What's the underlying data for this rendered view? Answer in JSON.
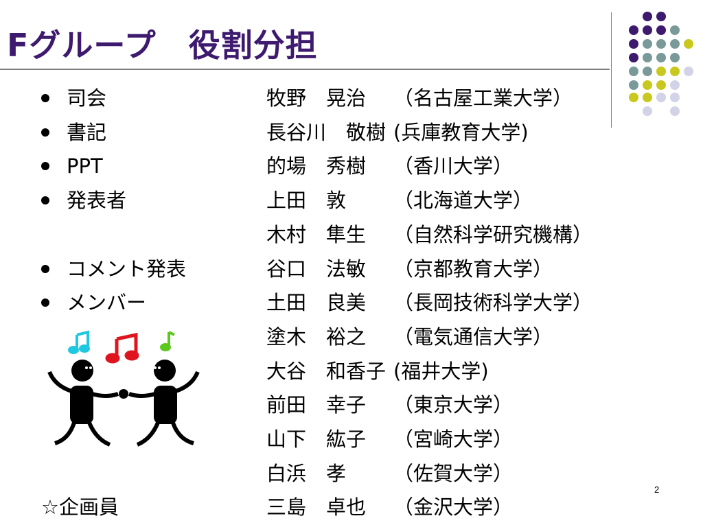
{
  "slide": {
    "title": "Fグループ　役割分担",
    "page_number": "2"
  },
  "colors": {
    "title": "#3d1a6e",
    "dot_purple": "#3d1a6e",
    "dot_teal": "#7a9a9a",
    "dot_yellow": "#c9c81e",
    "dot_lavender": "#d3d3e8",
    "note_cyan": "#1ec8e0",
    "note_red": "#e0141e",
    "note_green": "#5cc81e"
  },
  "rows": [
    {
      "role": "司会",
      "name": "牧野　晃治",
      "aff": "（名古屋工業大学）",
      "bullet": true
    },
    {
      "role": "書記",
      "name": "長谷川　敬樹",
      "aff": "(兵庫教育大学)",
      "bullet": true
    },
    {
      "role": "PPT",
      "name": "的場　秀樹",
      "aff": "（香川大学）",
      "bullet": true
    },
    {
      "role": "発表者",
      "name": "上田　敦",
      "aff": "（北海道大学）",
      "bullet": true
    },
    {
      "role": "",
      "name": "木村　隼生",
      "aff": "（自然科学研究機構）",
      "bullet": false
    },
    {
      "role": "コメント発表",
      "name": "谷口　法敏",
      "aff": "（京都教育大学）",
      "bullet": true
    },
    {
      "role": "メンバー",
      "name": "土田　良美",
      "aff": "（長岡技術科学大学）",
      "bullet": true
    },
    {
      "role": "",
      "name": "塗木　裕之",
      "aff": "（電気通信大学）",
      "bullet": false
    },
    {
      "role": "",
      "name": "大谷　和香子",
      "aff": "(福井大学)",
      "bullet": false
    },
    {
      "role": "",
      "name": "前田　幸子",
      "aff": "（東京大学）",
      "bullet": false
    },
    {
      "role": "",
      "name": "山下　紘子",
      "aff": "（宮崎大学）",
      "bullet": false
    },
    {
      "role": "",
      "name": "白浜　孝",
      "aff": "（佐賀大学）",
      "bullet": false
    },
    {
      "role": "☆企画員",
      "name": "三島　卓也",
      "aff": "（金沢大学）",
      "bullet": false
    }
  ],
  "decor": {
    "icon": "dancing-figures-icon"
  }
}
